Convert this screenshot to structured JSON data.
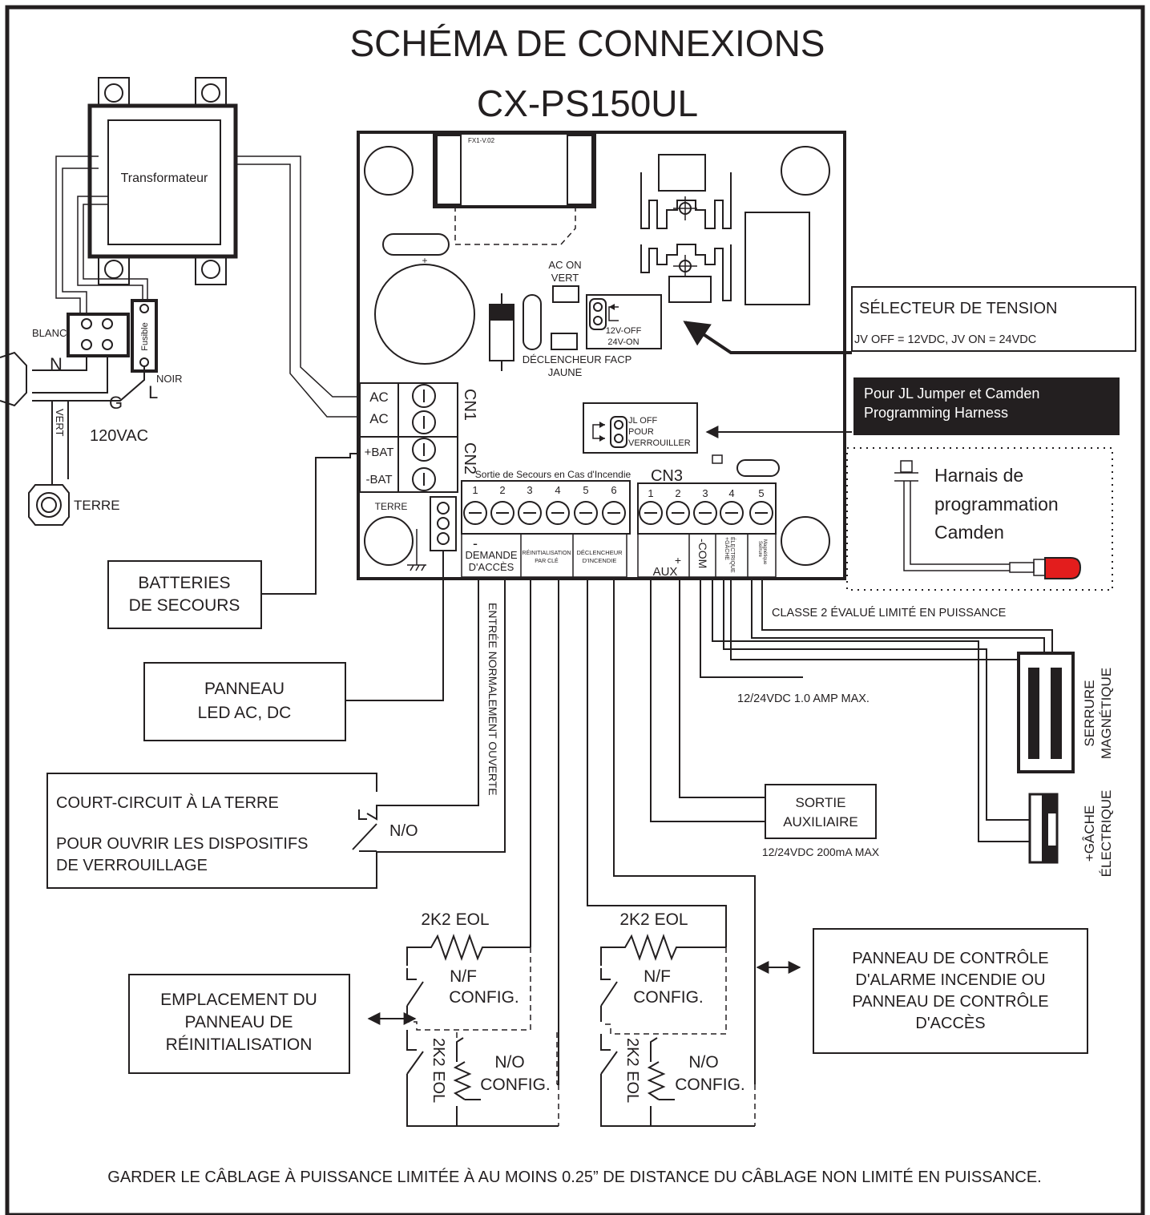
{
  "title": "SCHÉMA DE CONNEXIONS",
  "model": "CX-PS150UL",
  "board": {
    "version": "FX1-V.02",
    "cap_plus": "+",
    "led_ac_line1": "AC ON",
    "led_ac_line2": "VERT",
    "facp_line1": "DÉCLENCHEUR FACP",
    "facp_line2": "JAUNE",
    "voltage_jumper_line1": "12V-OFF",
    "voltage_jumper_line2": "24V-ON",
    "jl_line1": "JL OFF",
    "jl_line2": "POUR",
    "jl_line3": "VERROUILLER",
    "cn1_label": "CN1",
    "cn2_label": "CN2",
    "cn3_label": "CN3",
    "cn1_terms": [
      "AC",
      "AC"
    ],
    "cn2_terms": [
      "+BAT",
      "-BAT"
    ],
    "fire_output_title": "Sortie de Secours en Cas d'Incendie",
    "fire_numbers": [
      "1",
      "2",
      "3",
      "4",
      "5",
      "6"
    ],
    "cn3_numbers": [
      "1",
      "2",
      "3",
      "4",
      "5"
    ],
    "terre": "TERRE",
    "demande_sign": "-",
    "demande_line1": "DEMANDE",
    "demande_line2": "D'ACCÈS",
    "reinit_line1": "RÉINITIALISATION",
    "reinit_line2": "PAR CLÉ",
    "decl_line1": "DÉCLENCHEUR",
    "decl_line2": "D'INCENDIE",
    "aux": "AUX",
    "aux_plus": "+",
    "com": "-COM",
    "gache_line1": "+GÂCHE",
    "gache_line2": "ÉLECTRIQUE",
    "serrure_line1": "Serrure",
    "serrure_line2": "Magnétique"
  },
  "transformer": {
    "label": "Transformateur",
    "fuse": "Fusible",
    "blanc": "BLANC",
    "noir": "NOIR",
    "n": "N",
    "g": "G",
    "l": "L",
    "vert": "VERT",
    "voltage": "120VAC",
    "terre": "TERRE"
  },
  "selector": {
    "title": "SÉLECTEUR DE TENSION",
    "detail": "JV OFF = 12VDC, JV ON = 24VDC"
  },
  "harness_banner": {
    "line1": "Pour JL Jumper et Camden",
    "line2": "Programming Harness"
  },
  "harness": {
    "line1": "Harnais de",
    "line2": "programmation",
    "line3": "Camden"
  },
  "batteries": {
    "line1": "BATTERIES",
    "line2": "DE SECOURS"
  },
  "led_panel": {
    "line1": "PANNEAU",
    "line2": "LED AC, DC"
  },
  "normally_open_input": "ENTRÉE NORMALEMENT OUVERTE",
  "short_box": {
    "line1": "COURT-CIRCUIT À LA TERRE",
    "line2": "POUR OUVRIR LES DISPOSITIFS",
    "line3": "DE VERROUILLAGE",
    "no": "N/O"
  },
  "class2": "CLASSE 2 ÉVALUÉ LIMITÉ EN PUISSANCE",
  "max_current": "12/24VDC 1.0 AMP MAX.",
  "maglock_line1": "SERRURE",
  "maglock_line2": "MAGNÉTIQUE",
  "strike_line1": "+GÂCHE",
  "strike_line2": "ÉLECTRIQUE",
  "aux_out": {
    "line1": "SORTIE",
    "line2": "AUXILIAIRE",
    "rating": "12/24VDC 200mA MAX"
  },
  "eol": {
    "top": "2K2 EOL",
    "nf": "N/F",
    "config": "CONFIG.",
    "side": "2K2 EOL",
    "no": "N/O"
  },
  "reset_panel": {
    "line1": "EMPLACEMENT DU",
    "line2": "PANNEAU DE",
    "line3": "RÉINITIALISATION"
  },
  "alarm_panel": {
    "line1": "PANNEAU DE CONTRÔLE",
    "line2": "D'ALARME INCENDIE OU",
    "line3": "PANNEAU DE CONTRÔLE",
    "line4": "D'ACCÈS"
  },
  "footer": "GARDER LE CÂBLAGE À PUISSANCE LIMITÉE À AU MOINS 0.25” DE DISTANCE DU CÂBLAGE NON LIMITÉ EN PUISSANCE."
}
